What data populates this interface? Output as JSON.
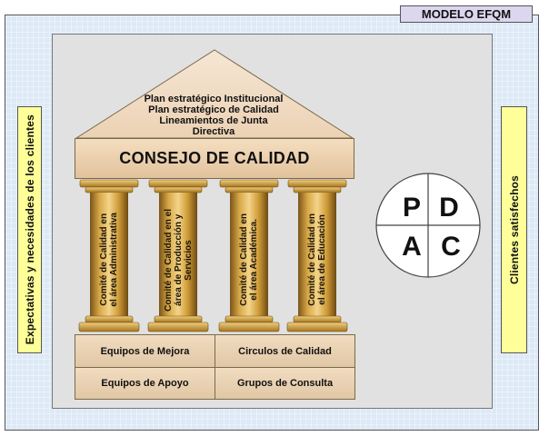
{
  "model_label": "MODELO EFQM",
  "left_bar": "Expectativas y necesidades de los clientes",
  "right_bar": "Clientes satisfechos",
  "roof_lines": [
    "Plan estratégico Institucional",
    "Plan estratégico de Calidad",
    "Lineamientos de Junta",
    "Directiva"
  ],
  "council": "CONSEJO DE CALIDAD",
  "columns": [
    [
      "Comité de Calidad en",
      "el área Administrativa"
    ],
    [
      "Comité de Calidad en el",
      "área de Producción y",
      "Servicios"
    ],
    [
      "Comité de Calidad en",
      "el área Académica."
    ],
    [
      "Comité de Calidad en",
      "el área de Educación"
    ]
  ],
  "base": [
    [
      "Equipos de Mejora",
      "Circulos de Calidad"
    ],
    [
      "Equipos de Apoyo",
      "Grupos de Consulta"
    ]
  ],
  "pdca": {
    "p": "P",
    "d": "D",
    "a": "A",
    "c": "C"
  },
  "colors": {
    "side_bar": "#ffff99",
    "label_bg": "#dcd6ee",
    "column_gold": "#c99a3a",
    "panel": "#e1e1e1"
  }
}
